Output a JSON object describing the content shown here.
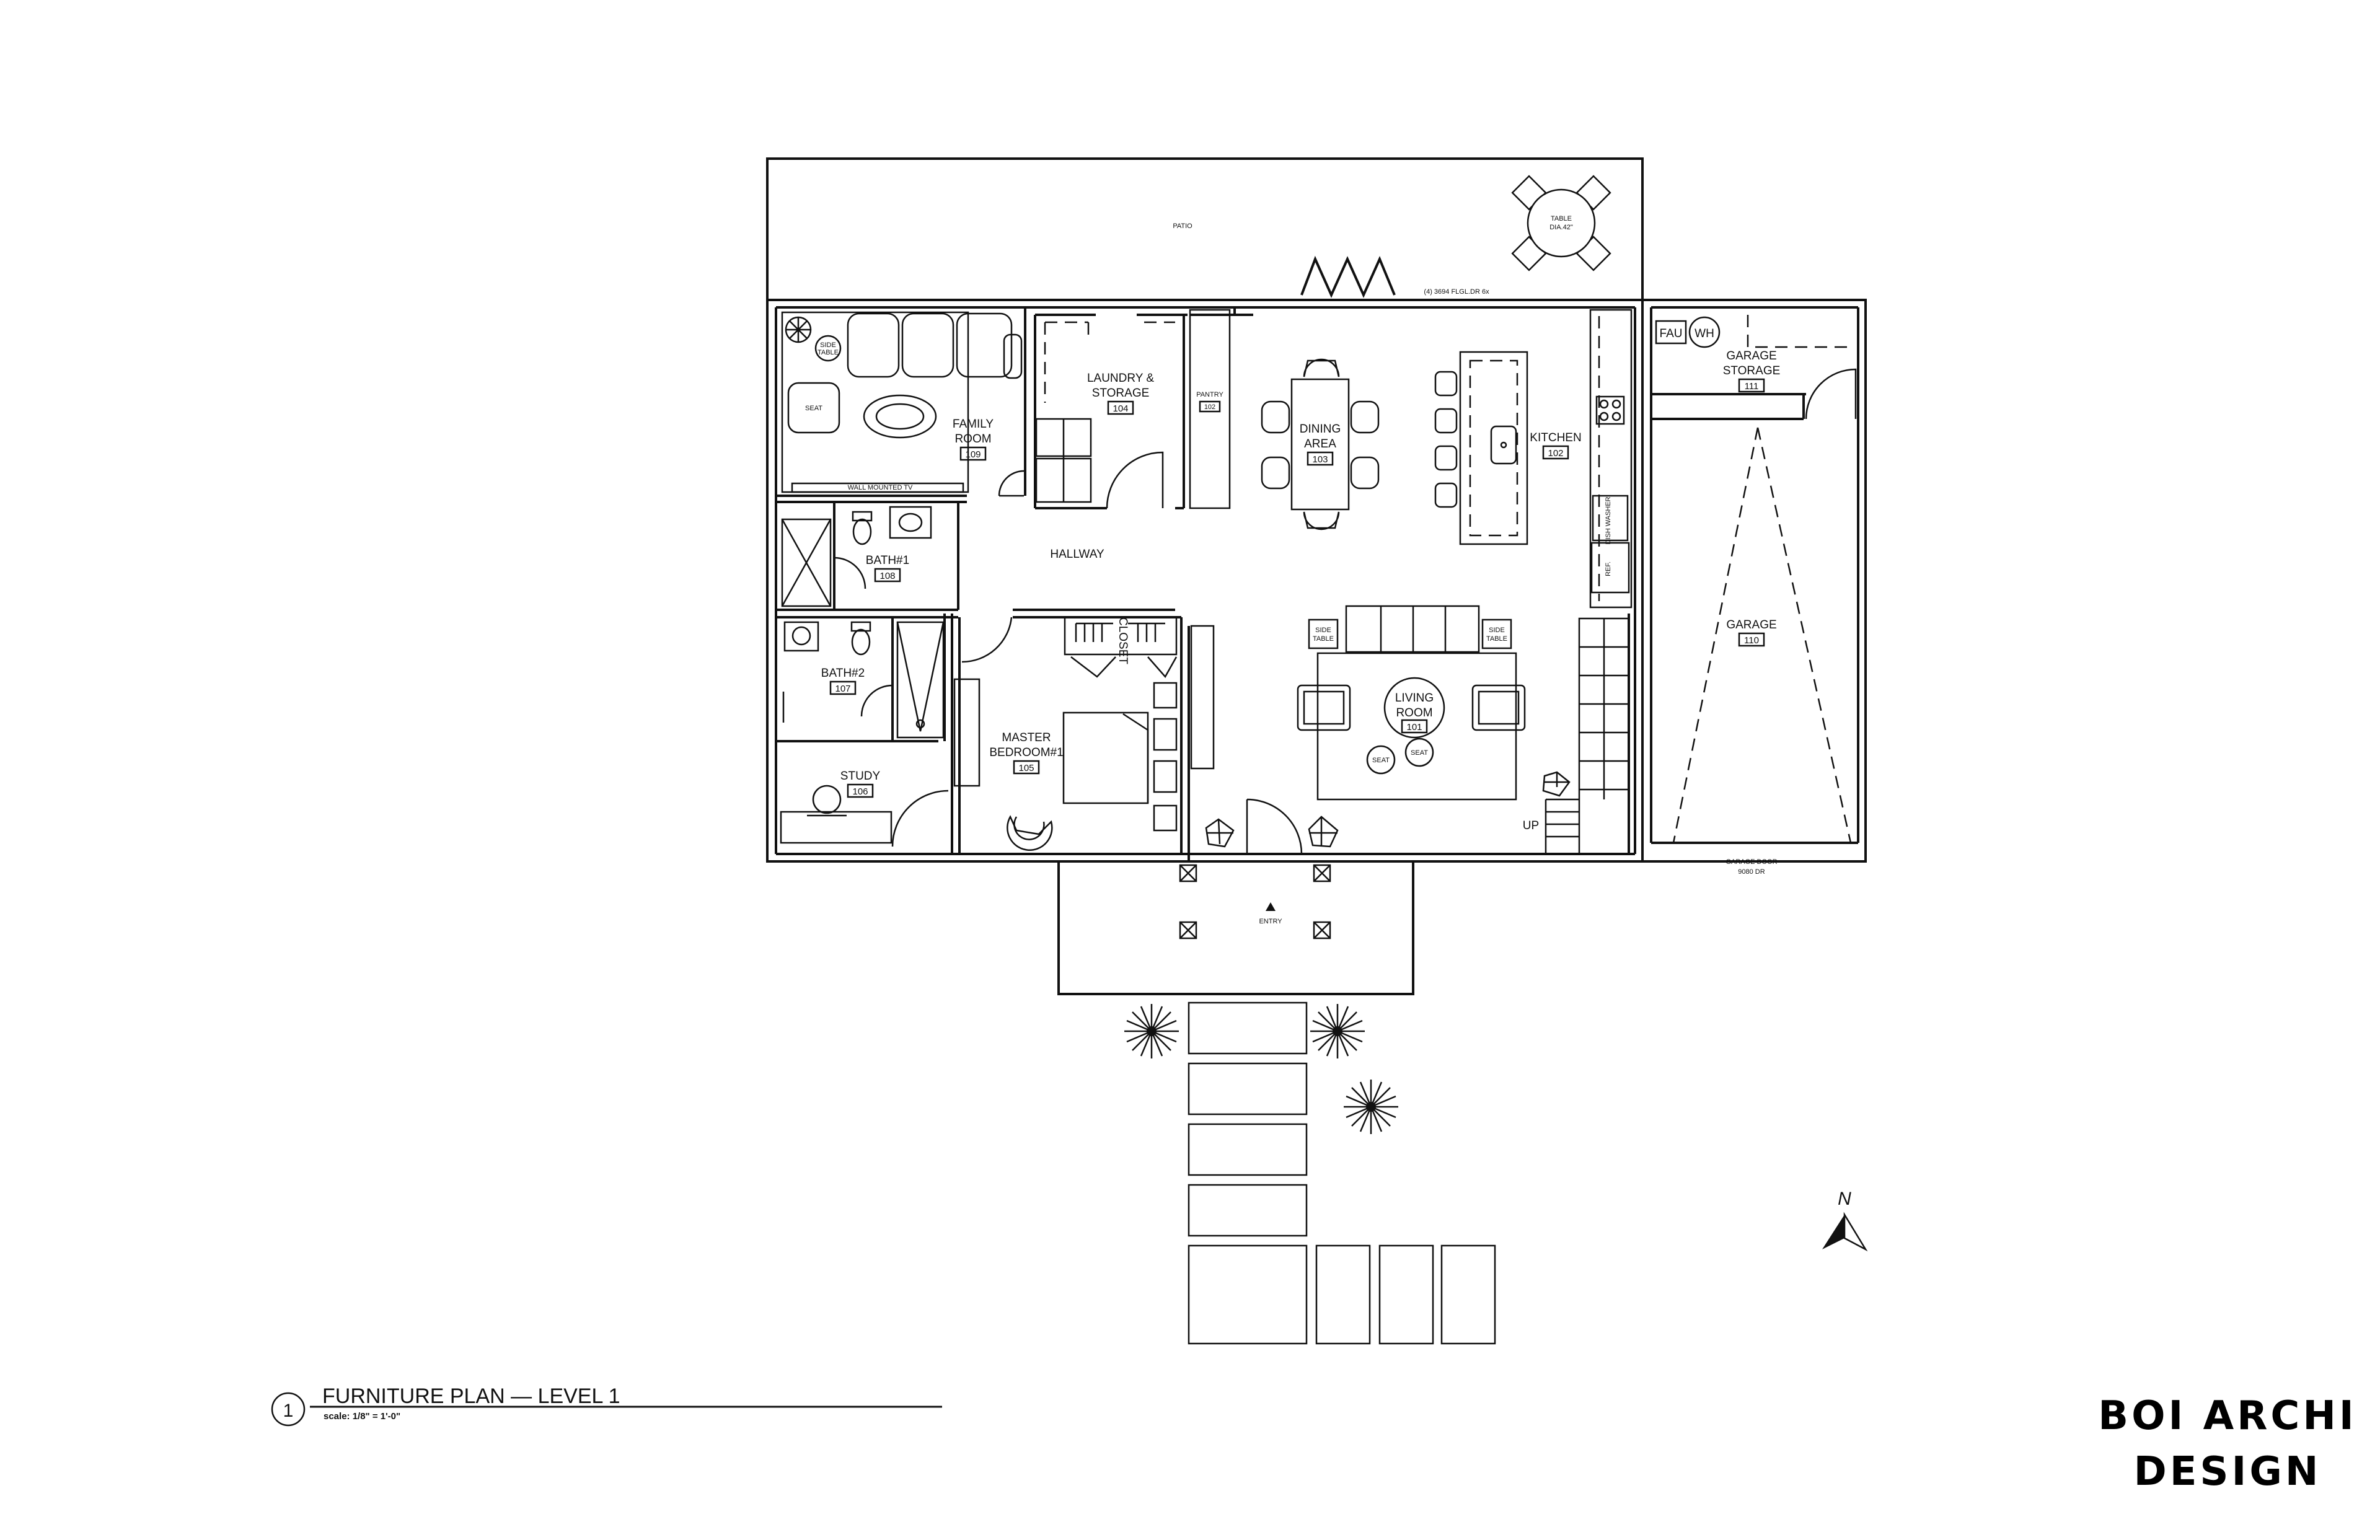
{
  "rooms": {
    "patio": "PATIO",
    "family_room": {
      "name_1": "FAMILY",
      "name_2": "ROOM",
      "number": "109"
    },
    "laundry": {
      "name_1": "LAUNDRY &",
      "name_2": "STORAGE",
      "number": "104"
    },
    "pantry": {
      "name": "PANTRY",
      "number": "102"
    },
    "dining": {
      "name_1": "DINING",
      "name_2": "AREA",
      "number": "103"
    },
    "kitchen": {
      "name": "KITCHEN",
      "number": "102"
    },
    "garage_storage": {
      "name_1": "GARAGE",
      "name_2": "STORAGE",
      "number": "111"
    },
    "garage": {
      "name": "GARAGE",
      "number": "110"
    },
    "hallway": "HALLWAY",
    "bath1": {
      "name": "BATH#1",
      "number": "108"
    },
    "bath2": {
      "name": "BATH#2",
      "number": "107"
    },
    "study": {
      "name": "STUDY",
      "number": "106"
    },
    "master": {
      "name_1": "MASTER",
      "name_2": "BEDROOM#1",
      "number": "105"
    },
    "closet": "CLOSET",
    "living": {
      "name_1": "LIVING",
      "name_2": "ROOM",
      "number": "101"
    }
  },
  "labels": {
    "seat": "SEAT",
    "side": "SIDE",
    "table": "TABLE",
    "wall_tv": "WALL MOUNTED TV",
    "patio_table_1": "TABLE",
    "patio_table_2": "DIA.42\"",
    "folding_door": "(4) 3694 FLGL.DR 6x",
    "fau": "FAU",
    "wh": "WH",
    "up": "UP",
    "garage_door_1": "GARAGE DOOR",
    "garage_door_2": "9080 DR",
    "entry": "ENTRY",
    "north": "N",
    "dishwasher": "DISH WASHER",
    "refrigerator": "REF."
  },
  "title_block": {
    "number": "1",
    "title": "FURNITURE PLAN  —  LEVEL 1",
    "scale": "scale:  1/8\" = 1'-0\""
  },
  "brand": {
    "line1": "BOI ARCHI",
    "line2": "DESIGN"
  }
}
